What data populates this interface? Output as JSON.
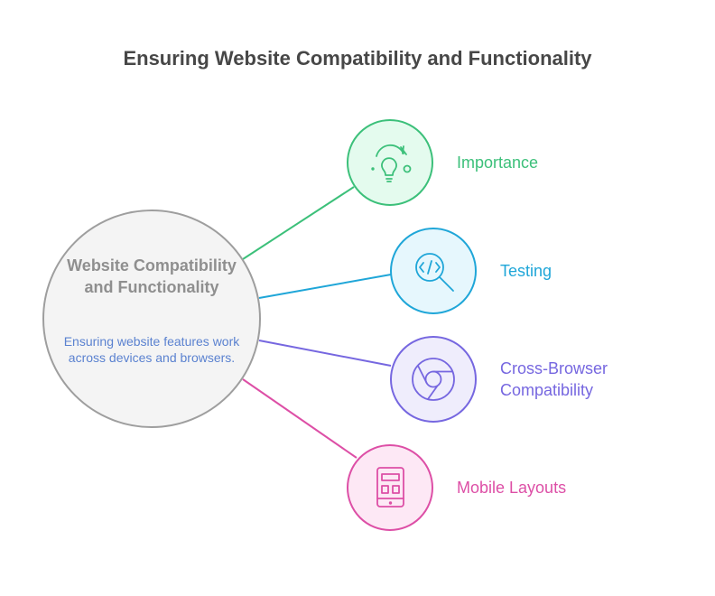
{
  "title": "Ensuring Website Compatibility and Functionality",
  "center": {
    "title": "Website Compatibility and Functionality",
    "description": "Ensuring website features work across devices and browsers.",
    "fill": "#f4f4f4",
    "stroke": "#9e9e9e"
  },
  "nodes": [
    {
      "label": "Importance",
      "icon": "lightbulb-icon",
      "color": "#3cc07a",
      "fill": "#e4fbee"
    },
    {
      "label": "Testing",
      "icon": "code-search-icon",
      "color": "#1fa6d8",
      "fill": "#e6f7fd"
    },
    {
      "label": "Cross-Browser Compatibility",
      "icon": "chrome-browser-icon",
      "color": "#7667e0",
      "fill": "#efedfc"
    },
    {
      "label": "Mobile Layouts",
      "icon": "mobile-layout-icon",
      "color": "#dd4fa6",
      "fill": "#fde8f5"
    }
  ]
}
